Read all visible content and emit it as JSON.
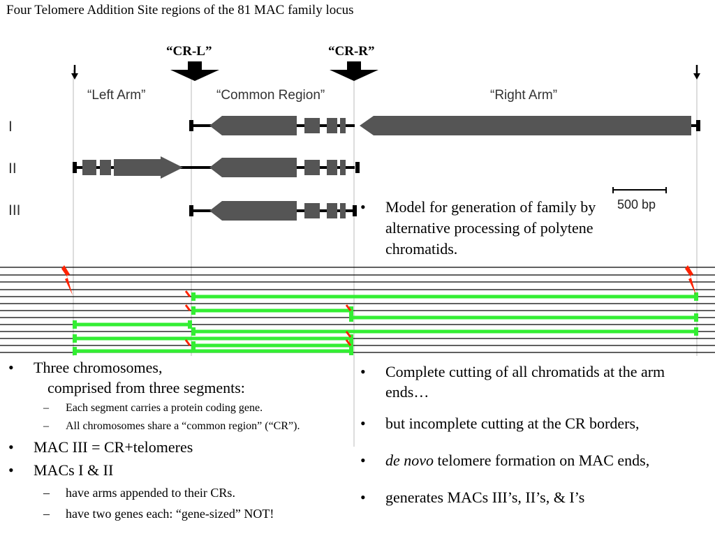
{
  "title": "Four Telomere Addition Site regions of the 81 MAC family locus",
  "diagram": {
    "cr_left_label": "“CR-L”",
    "cr_right_label": "“CR-R”",
    "regions": {
      "left_arm": "“Left Arm”",
      "common_region": "“Common Region”",
      "right_arm": "“Right Arm”"
    },
    "rows": [
      "I",
      "II",
      "III"
    ],
    "scale_bar": "500 bp",
    "colors": {
      "gene": "#555555",
      "chromatid_line": "#000000",
      "mac_line": "#33ee33",
      "cut_mark": "#ff2200"
    }
  },
  "model_bullet": "Model for generation of family by alternative processing of polytene chromatids.",
  "left_bullets": [
    {
      "text": "Three chromosomes,",
      "text2": "comprised from three segments:"
    },
    {
      "sub": [
        "Each segment carries a protein coding gene.",
        "All chromosomes share a “common region” (“CR”)."
      ]
    },
    {
      "text": "MAC III = CR+telomeres"
    },
    {
      "text": "MACs I & II"
    },
    {
      "sub": [
        "have arms appended to their CRs.",
        "have two genes each: “gene-sized” NOT!"
      ]
    }
  ],
  "right_bullets": {
    "b1": "Complete cutting of all chromatids at the arm ends…",
    "b2": "but incomplete cutting at the CR borders,",
    "b3_em": "de novo",
    "b3_rest": " telomere formation on MAC ends,",
    "b4": "generates MACs III’s, II’s, & I’s"
  }
}
